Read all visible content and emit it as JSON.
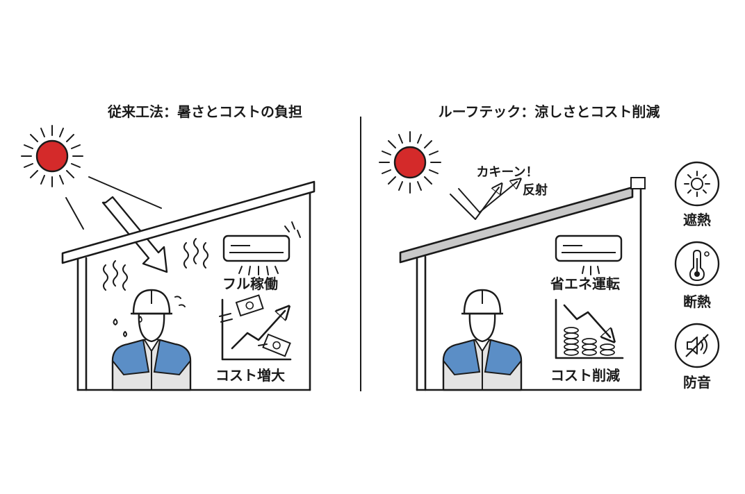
{
  "colors": {
    "sun": "#d42a2a",
    "uniform_blue": "#5b8ec6",
    "uniform_gray": "#e3e3e3",
    "roof_coated": "#c8c8c8",
    "line": "#1a1a1a"
  },
  "left_panel": {
    "title": "従来工法：暑さとコストの負担",
    "ac_label": "フル稼働",
    "cost_label": "コスト増大"
  },
  "right_panel": {
    "title": "ルーフテック：涼しさとコスト削減",
    "reflect_line1": "カキーン！",
    "reflect_line2": "反射",
    "ac_label": "省エネ運転",
    "cost_label": "コスト削減"
  },
  "features": [
    {
      "icon": "sun-icon",
      "label": "遮熱"
    },
    {
      "icon": "thermometer-icon",
      "label": "断熱"
    },
    {
      "icon": "mute-icon",
      "label": "防音"
    }
  ]
}
